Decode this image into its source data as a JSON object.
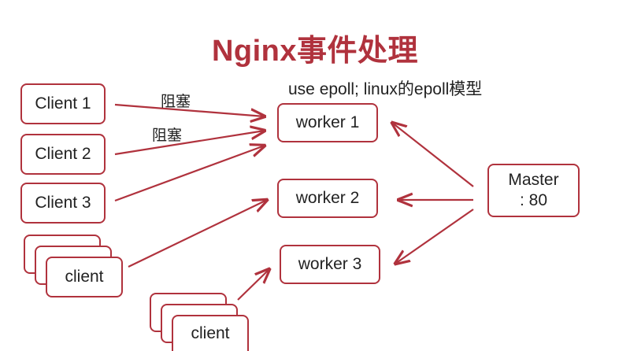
{
  "title": "Nginx事件处理",
  "subtitle": "use epoll; linux的epoll模型",
  "clients": [
    "Client 1",
    "Client 2",
    "Client 3"
  ],
  "client_stack_label": "client",
  "client_stack2_label": "client",
  "workers": [
    "worker 1",
    "worker 2",
    "worker 3"
  ],
  "master": {
    "line1": "Master",
    "line2": ": 80"
  },
  "arrow_labels": [
    "阻塞",
    "阻塞"
  ],
  "colors": {
    "accent": "#b0323d",
    "text": "#222222"
  }
}
